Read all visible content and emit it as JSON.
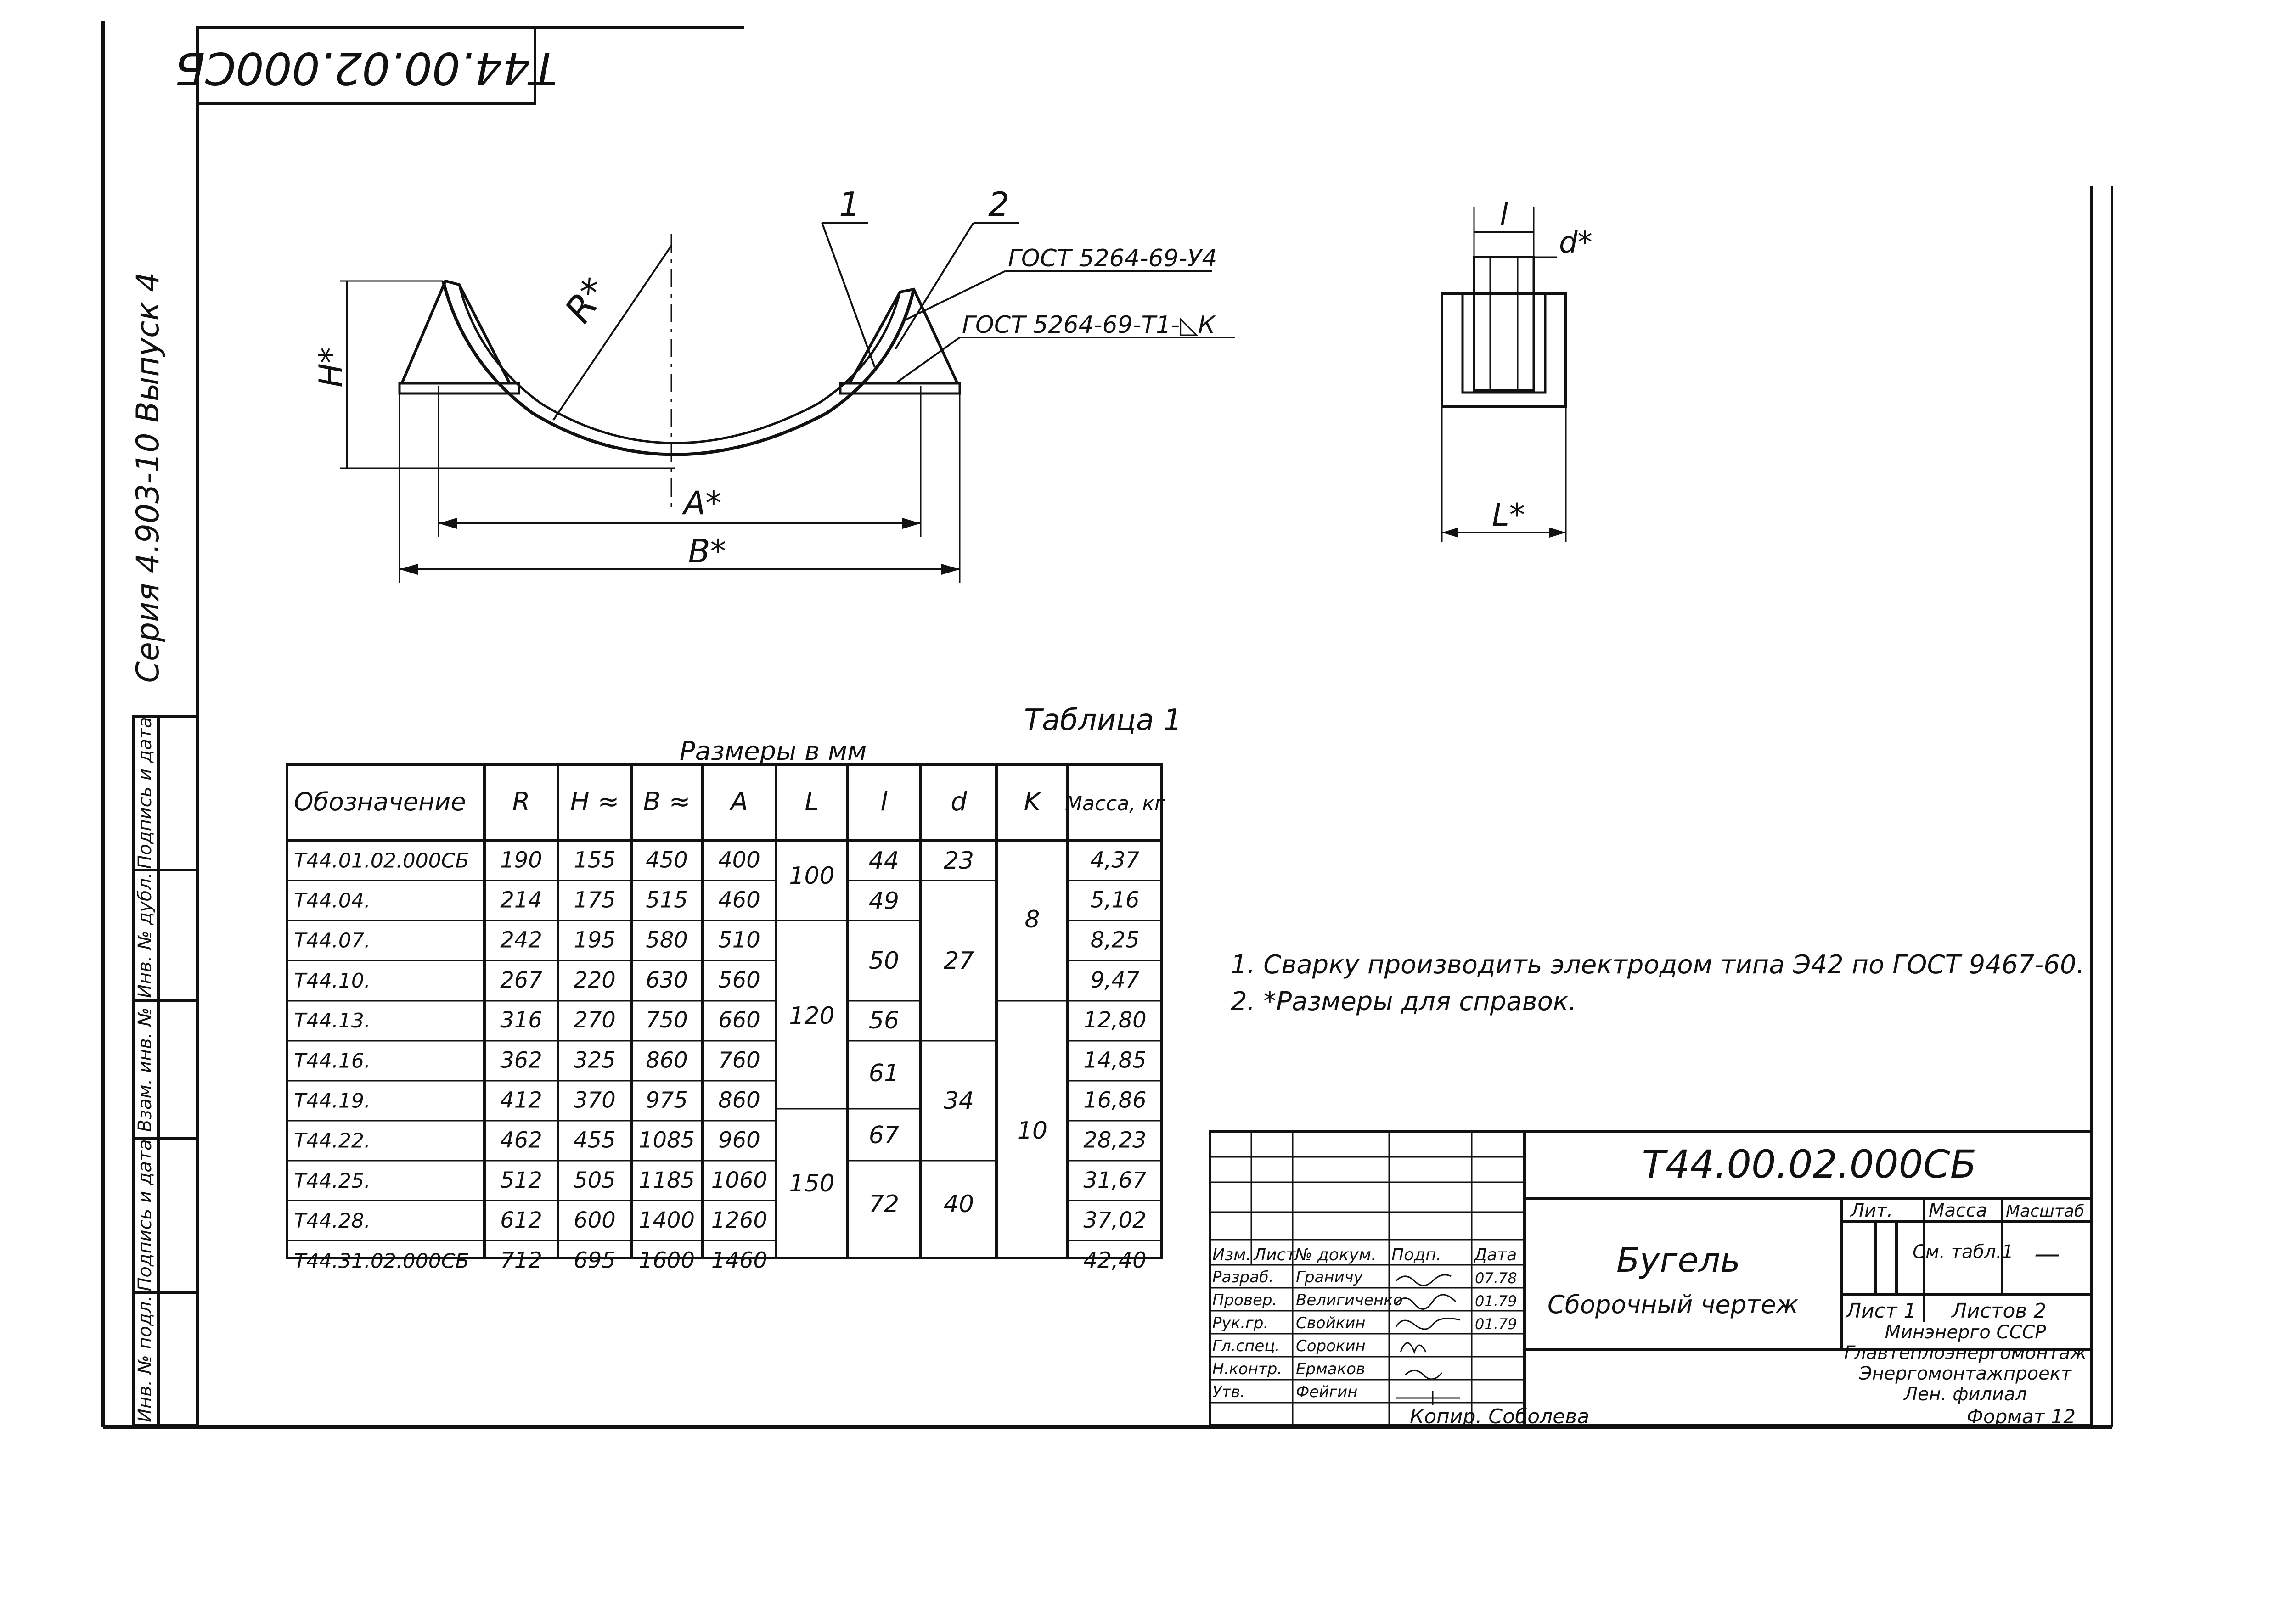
{
  "stamp_top": "T44.00.02.000СБ",
  "side_text": "Серия 4.903-10  Выпуск 4",
  "side_columns": [
    "Подпись и дата",
    "Инв. № дубл.",
    "Взам. инв. №",
    "Подпись и дата",
    "Инв. № подл."
  ],
  "drawing": {
    "label_1": "1",
    "label_2": "2",
    "weld_1": "ГОСТ 5264-69-У4",
    "weld_2": "ГОСТ 5264-69-Т1-◺К",
    "dim_H": "H*",
    "dim_R": "R*",
    "dim_A": "A*",
    "dim_B": "B*",
    "dim_l": "l",
    "dim_d": "d*",
    "dim_L": "L*"
  },
  "table": {
    "caption": "Таблица 1",
    "subcaption": "Размеры в мм",
    "headers": [
      "Обозначение",
      "R",
      "H ≈",
      "B ≈",
      "A",
      "L",
      "l",
      "d",
      "K",
      "Масса, кг"
    ],
    "rows": [
      [
        "T44.01.02.000СБ",
        "190",
        "155",
        "450",
        "400",
        "4,37"
      ],
      [
        "T44.04.",
        "214",
        "175",
        "515",
        "460",
        "5,16"
      ],
      [
        "T44.07.",
        "242",
        "195",
        "580",
        "510",
        "8,25"
      ],
      [
        "T44.10.",
        "267",
        "220",
        "630",
        "560",
        "9,47"
      ],
      [
        "T44.13.",
        "316",
        "270",
        "750",
        "660",
        "12,80"
      ],
      [
        "T44.16.",
        "362",
        "325",
        "860",
        "760",
        "14,85"
      ],
      [
        "T44.19.",
        "412",
        "370",
        "975",
        "860",
        "16,86"
      ],
      [
        "T44.22.",
        "462",
        "455",
        "1085",
        "960",
        "28,23"
      ],
      [
        "T44.25.",
        "512",
        "505",
        "1185",
        "1060",
        "31,67"
      ],
      [
        "T44.28.",
        "612",
        "600",
        "1400",
        "1260",
        "37,02"
      ],
      [
        "T44.31.02.000СБ",
        "712",
        "695",
        "1600",
        "1460",
        "42,40"
      ]
    ],
    "L_groups": [
      "100",
      "120",
      "150"
    ],
    "l_groups": [
      "44",
      "49",
      "50",
      "56",
      "61",
      "67",
      "72"
    ],
    "d_groups": [
      "23",
      "27",
      "34",
      "40"
    ],
    "K_groups": [
      "8",
      "10"
    ]
  },
  "notes": [
    "1. Сварку производить электродом типа Э42 по ГОСТ 9467-60.",
    "2. *Размеры для справок."
  ],
  "title_block": {
    "code": "T44.00.02.000СБ",
    "name": "Бугель",
    "doc_type": "Сборочный чертеж",
    "col_lit": "Лит.",
    "col_mass": "Масса",
    "col_scale": "Масштаб",
    "mass_value": "См. табл.1",
    "scale_value": "—",
    "sheet": "Лист 1",
    "sheets": "Листов 2",
    "org": [
      "Минэнерго СССР",
      "Главтеплоэнергомонтаж",
      "Энергомонтажпроект",
      "Лен. филиал"
    ],
    "header_cells": [
      "Изм.",
      "Лист",
      "№ докум.",
      "Подп.",
      "Дата"
    ],
    "roles": [
      "Разраб.",
      "Провер.",
      "Рук.гр.",
      "Гл.спец.",
      "Н.контр.",
      "Утв."
    ],
    "names": [
      "Граничу",
      "Велигиченко",
      "Свойкин",
      "Сорокин",
      "Ермаков",
      "Фейгин"
    ],
    "dates": [
      "07.78",
      "01.79",
      "01.79"
    ]
  },
  "copy_note": "Копир. Соболева",
  "format": "Формат 12"
}
